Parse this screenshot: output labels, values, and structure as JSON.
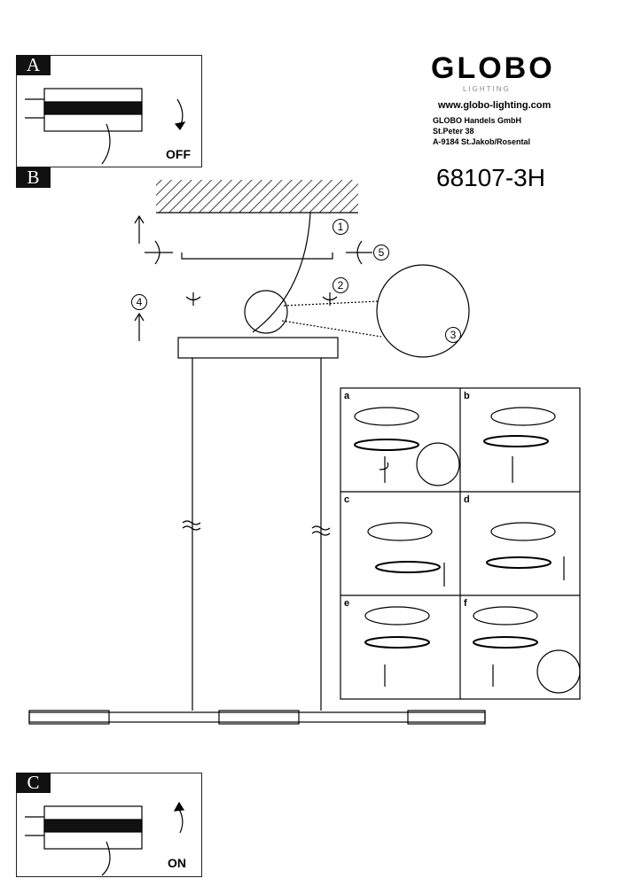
{
  "brand": {
    "logo": "GLOBO",
    "logo_sub": "LIGHTING",
    "website": "www.globo-lighting.com",
    "address": [
      "GLOBO Handels GmbH",
      "St.Peter 38",
      "A-9184 St.Jakob/Rosental"
    ],
    "model": "68107-3H"
  },
  "sections": {
    "a": {
      "label": "A",
      "state": "OFF"
    },
    "b": {
      "label": "B"
    },
    "c": {
      "label": "C",
      "state": "ON"
    }
  },
  "steps": [
    "1",
    "2",
    "3",
    "4",
    "5"
  ],
  "subpanels": [
    "a",
    "b",
    "c",
    "d",
    "e",
    "f"
  ]
}
